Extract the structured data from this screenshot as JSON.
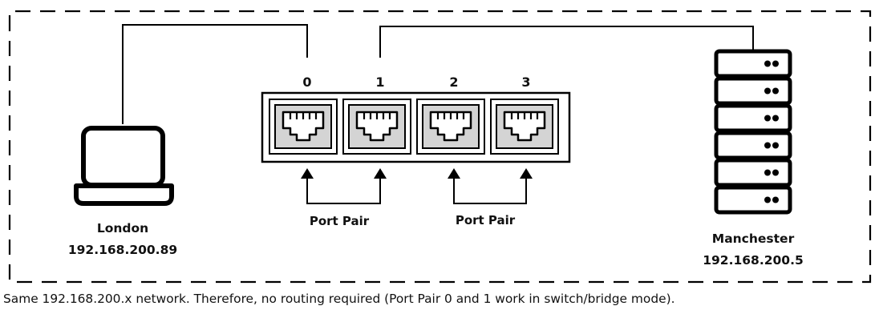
{
  "ports": [
    {
      "number": "0"
    },
    {
      "number": "1"
    },
    {
      "number": "2"
    },
    {
      "number": "3"
    }
  ],
  "hosts": {
    "left": {
      "name": "London",
      "ip": "192.168.200.89",
      "icon": "laptop-icon"
    },
    "right": {
      "name": "Manchester",
      "ip": "192.168.200.5",
      "icon": "server-icon"
    }
  },
  "port_pairs": [
    {
      "label": "Port Pair",
      "ports": [
        "0",
        "1"
      ]
    },
    {
      "label": "Port Pair",
      "ports": [
        "2",
        "3"
      ]
    }
  ],
  "caption": "Same 192.168.200.x network. Therefore, no routing required (Port Pair 0 and 1 work in switch/bridge mode).",
  "colors": {
    "line": "#000000",
    "port_fill": "#d4d4d4",
    "background": "#ffffff"
  }
}
